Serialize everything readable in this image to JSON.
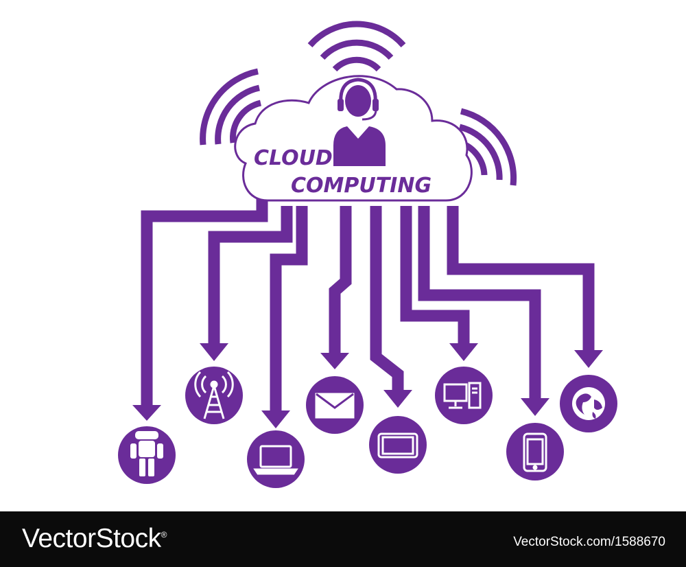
{
  "diagram": {
    "title_line1": "CLOUD",
    "title_line2": "COMPUTING",
    "accent_color": "#6a2c99",
    "center_icon": "support-agent-headset-icon",
    "devices": [
      {
        "name": "robot",
        "icon": "robot-icon"
      },
      {
        "name": "antenna",
        "icon": "antenna-tower-icon"
      },
      {
        "name": "laptop",
        "icon": "laptop-icon"
      },
      {
        "name": "mail",
        "icon": "envelope-icon"
      },
      {
        "name": "tablet",
        "icon": "tablet-icon"
      },
      {
        "name": "desktop",
        "icon": "desktop-computer-icon"
      },
      {
        "name": "smartphone",
        "icon": "smartphone-icon"
      },
      {
        "name": "globe",
        "icon": "globe-icon"
      }
    ]
  },
  "footer": {
    "brand_text": "VectorStock",
    "brand_mark": "®",
    "url_text": "VectorStock.com/1588670"
  }
}
